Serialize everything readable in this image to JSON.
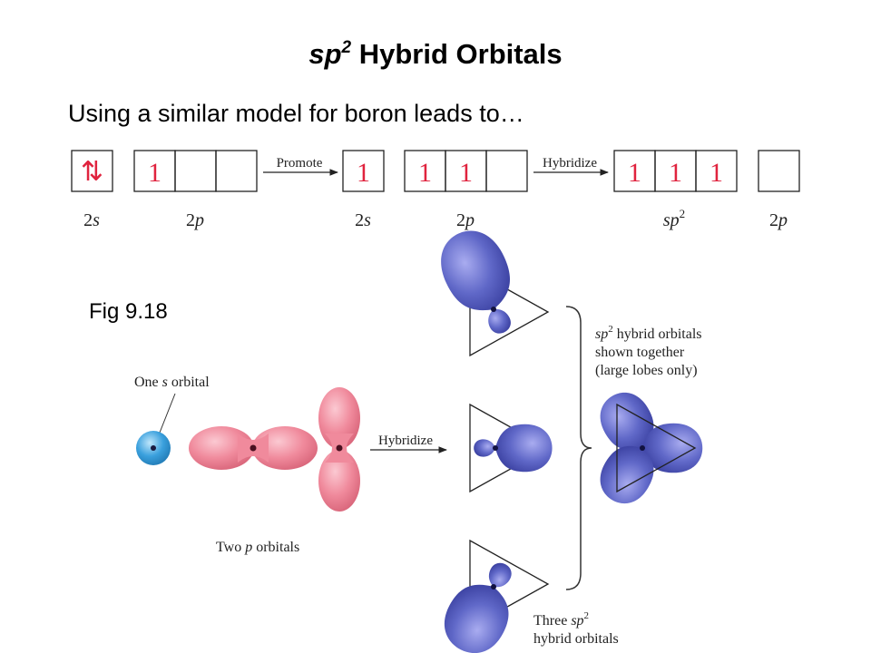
{
  "title": {
    "prefix": "sp",
    "superscript": "2",
    "rest": " Hybrid Orbitals"
  },
  "subtitle": "Using a similar model for boron leads to…",
  "fig_label": "Fig 9.18",
  "energy_diagram": {
    "promote_label": "Promote",
    "hybridize_label": "Hybridize",
    "orbital_labels": {
      "two_s": "2",
      "s_italic": "s",
      "two_p": "2",
      "p_italic": "p",
      "sp_base": "sp",
      "sp_sup": "2"
    },
    "electron_symbols": {
      "pair": "⇅",
      "single": "1"
    }
  },
  "figure": {
    "one_s_prefix": "One ",
    "one_s_italic": "s",
    "one_s_suffix": " orbital",
    "two_p_prefix": "Two ",
    "two_p_italic": "p",
    "two_p_suffix": " orbitals",
    "hybridize_label": "Hybridize",
    "shown_together_line1_italic": "sp",
    "shown_together_line1_sup": "2",
    "shown_together_line1_rest": " hybrid orbitals",
    "shown_together_line2": "shown together",
    "shown_together_line3": "(large lobes only)",
    "three_prefix": "Three ",
    "three_italic": "sp",
    "three_sup": "2",
    "three_line2": "hybrid orbitals"
  },
  "colors": {
    "electron": "#e0233e",
    "s_orbital": "#3aa0dd",
    "p_orbital": "#f08a9c",
    "hybrid_orbital": "#6068c8"
  }
}
